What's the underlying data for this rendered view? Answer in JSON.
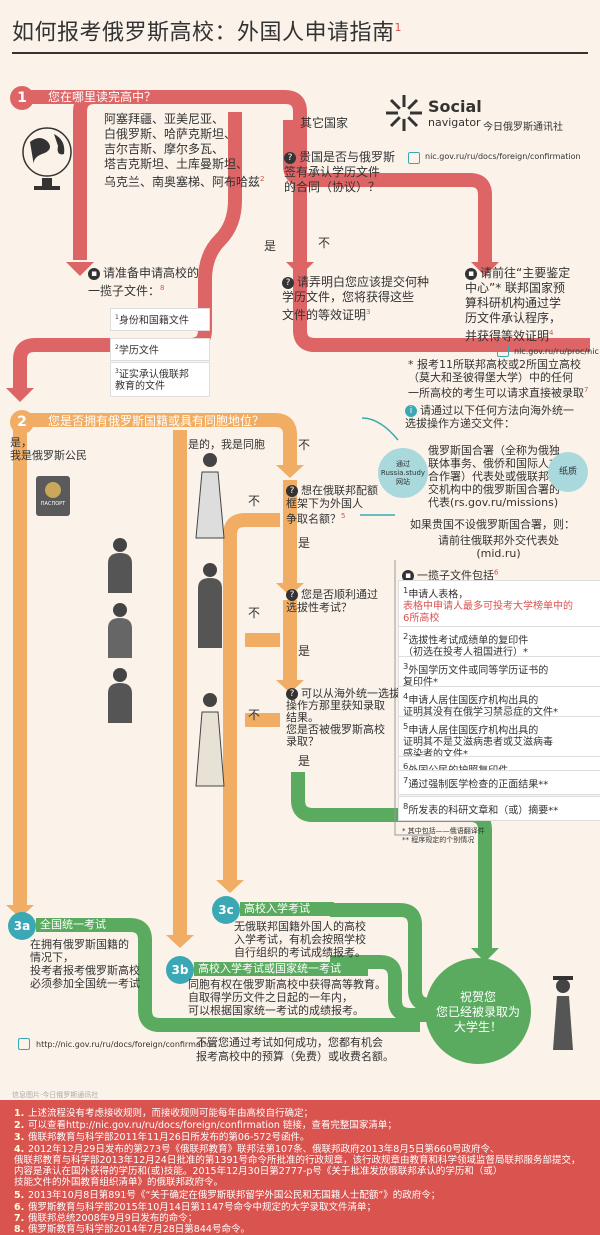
{
  "title": "如何报考俄罗斯高校：外国人申请指南",
  "title_sup": "1",
  "logo": {
    "line1": "Social",
    "line2": "navigator",
    "publisher": "今日俄罗斯通讯社"
  },
  "links": {
    "confirm": "nic.gov.ru/ru/docs/foreign/confirmation",
    "proc": "nic.gov.ru/ru/proc/nic",
    "bottom": "http://nic.gov.ru/ru/docs/foreign/confirmation"
  },
  "step1": {
    "num": "1",
    "question": "您在哪里读完高中？",
    "countries": "阿塞拜疆、亚美尼亚、\n白俄罗斯、哈萨克斯坦、\n吉尔吉斯、摩尔多瓦、\n塔吉克斯坦、土库曼斯坦、\n乌克兰、南奥塞梯、阿布哈兹",
    "countries_sup": "2",
    "other": "其它国家",
    "agreement_q": "贵国是否与俄罗斯\n签有承认学历文件\n的合同（协议）？",
    "yes": "是",
    "no": "不",
    "prepare": "请准备申请高校的\n一揽子文件：",
    "prepare_sup": "8",
    "docs": [
      "身份和国籍文件",
      "学历文件",
      "证实承认俄联邦\n教育的文件"
    ],
    "clarify": "请弄明白您应该提交何种\n学历文件，您将获得这些\n文件的等效证明",
    "clarify_sup": "3",
    "goto": "请前往“主要鉴定\n中心”* 联邦国家预\n算科研机构通过学\n历文件承认程序，\n并获得等效证明",
    "goto_sup": "4",
    "note": "* 报考11所联邦高校或2所国立高校\n（莫大和圣彼得堡大学）中的任何\n一所高校的考生可以请求直接被录取",
    "note_sup": "7"
  },
  "step2": {
    "num": "2",
    "question": "您是否拥有俄罗斯国籍或具有同胞地位？",
    "yes_citizen": "是，\n我是俄罗斯公民",
    "yes_compat": "是的，我是同胞",
    "no": "不",
    "quota_q": "想在俄联邦配额\n框架下为外国人\n争取名额？",
    "quota_sup": "5",
    "yes": "是",
    "no2": "不",
    "passed_q": "您是否顺利通过\n选拔性考试？",
    "abroad_q": "可以从海外统一选拔\n操作方那里获知录取\n结果。\n您是否被俄罗斯高校\n录取？",
    "passport": "ПАСПОРТ"
  },
  "contact": {
    "intro": "请通过以下任何方法向海外统一\n选拔操作方递交文件：",
    "site_label": "通过\nRussia.study\n网站",
    "agency": "俄罗斯国合署（全称为俄独\n联体事务、俄侨和国际人文\n合作署）代表处或俄联邦外\n交机构中的俄罗斯国合署的\n代表(rs.gov.ru/missions)",
    "paper": "纸质",
    "if_none": "如果贵国不设俄罗斯国合署，则：",
    "embassy": "请前往俄联邦外交代表处\n(mid.ru)"
  },
  "package": {
    "title": "一揽子文件包括",
    "title_sup": "6",
    "items": [
      {
        "n": "1",
        "text": "申请人表格，",
        "extra": "表格中申请人最多可投考大学榜单中的\n6所高校"
      },
      {
        "n": "2",
        "text": "选拔性考试成绩单的复印件\n（初选在投考人祖国进行）*",
        "extra": ""
      },
      {
        "n": "3",
        "text": "外国学历文件或同等学历证书的\n复印件*",
        "extra": ""
      },
      {
        "n": "4",
        "text": "申请人居住国医疗机构出具的\n证明其没有在俄学习禁忌症的文件*",
        "extra": ""
      },
      {
        "n": "5",
        "text": "申请人居住国医疗机构出具的\n证明其不是艾滋病患者或艾滋病毒\n感染者的文件*",
        "extra": ""
      },
      {
        "n": "6",
        "text": "外国公民的护照复印件",
        "extra": ""
      },
      {
        "n": "7",
        "text": "通过强制医学检查的正面结果**",
        "extra": ""
      },
      {
        "n": "8",
        "text": "所发表的科研文章和（或）摘要**",
        "extra": ""
      }
    ],
    "note1": "* 其中包括——俄语翻译件",
    "note2": "** 程序规定的个别情况"
  },
  "step3": {
    "a_num": "3a",
    "a_title": "全国统一考试",
    "a_text": "在拥有俄罗斯国籍的\n情况下，\n投考者报考俄罗斯高校\n必须参加全国统一考试",
    "b_num": "3b",
    "b_title": "高校入学考试或国家统一考试",
    "b_text": "同胞有权在俄罗斯高校中获得高等教育。\n自取得学历文件之日起的一年内，\n可以根据国家统一考试的成绩报考。",
    "c_num": "3c",
    "c_title": "高校入学考试",
    "c_text": "无俄联邦国籍外国人的高校\n入学考试，有机会按照学校\n自行组织的考试成绩报考。",
    "budget": "不管您通过考试如何成功，您都有机会\n报考高校中的预算（免费）或收费名额。",
    "congrats": "祝贺您\n您已经被录取为\n大学生！"
  },
  "credit": "信息图片·今日俄罗斯通讯社",
  "footnotes": [
    {
      "n": "1.",
      "text": "上述流程没有考虑接收规则，而接收规则可能每年由高校自行确定；"
    },
    {
      "n": "2.",
      "text": "可以查看http://nic.gov.ru/ru/docs/foreign/confirmation 链接，查看完整国家清单；"
    },
    {
      "n": "3.",
      "text": "俄联邦教育与科学部2011年11月26日所发布的第06-572号函件。"
    },
    {
      "n": "4.",
      "text": "2012年12月29日发布的第273号《俄联邦教育》联邦法第107条、俄联邦政府2013年8月5日第660号政府令、\n俄联邦教育与科学部2013年12月24日批准的第1391号命令所批准的行政规章，该行政规章由教育和科学领域监督局联邦服务部提交，\n内容是承认在国外获得的学历和(或)技能。2015年12月30日第2777-р号《关于批准发放俄联邦承认的学历和（或）\n技能文件的外国教育组织清单》的俄联邦政府令。"
    },
    {
      "n": "5.",
      "text": "2013年10月8日第891号《“关于确定在俄罗斯联邦留学外国公民和无国籍人士配额”》的政府令；"
    },
    {
      "n": "6.",
      "text": "俄罗斯教育与科学部2015年10月14日第1147号命令中规定的大学录取文件清单；"
    },
    {
      "n": "7.",
      "text": "俄联邦总统2008年9月9日发布的命令；"
    },
    {
      "n": "8.",
      "text": "俄罗斯教育与科学部2014年7月28日第844号命令。"
    }
  ],
  "colors": {
    "red": "#de6566",
    "orange": "#f0ad63",
    "green": "#5aab5f",
    "teal": "#3aa9b5",
    "dark": "#333333"
  }
}
